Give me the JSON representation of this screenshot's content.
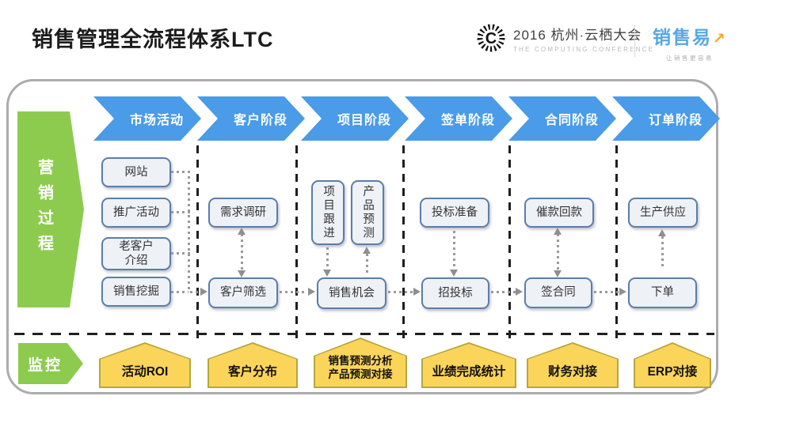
{
  "page": {
    "title": "销售管理全流程体系LTC"
  },
  "header": {
    "conference_name": "2016 杭州·云栖大会",
    "conference_subtitle": "THE COMPUTING CONFERENCE",
    "brand_name": "销售易",
    "brand_slogan": "让销售更容易"
  },
  "icons": {
    "conference_logo": "dotted-c-circle",
    "brand_arrow": "↗"
  },
  "colors": {
    "stage_blue": "#4a9be8",
    "process_green": "#8dcb4f",
    "monitor_fill": "#fbd45a",
    "monitor_border": "#b3a83d",
    "box_fill": "#eef1f6",
    "box_border": "#5b7ea9",
    "brand_blue": "#58a7e3",
    "brand_orange": "#f5a623"
  },
  "diagram": {
    "process_label": "营销过程",
    "monitor_label": "监控",
    "stages": [
      "市场活动",
      "客户阶段",
      "项目阶段",
      "签单阶段",
      "合同阶段",
      "订单阶段"
    ],
    "boxes": {
      "website": "网站",
      "promotion": "推广活动",
      "referral": "老客户\n介绍",
      "mining": "销售挖掘",
      "research": "需求调研",
      "screening": "客户筛选",
      "follow": "项目跟进",
      "forecast": "产品预测",
      "opportunity": "销售机会",
      "bid_prep": "投标准备",
      "bidding": "招投标",
      "collection": "催款回款",
      "sign": "签合同",
      "production": "生产供应",
      "order": "下单"
    },
    "monitors": [
      "活动ROI",
      "客户分布",
      "销售预测分析\n产品预测对接",
      "业绩完成统计",
      "财务对接",
      "ERP对接"
    ]
  }
}
